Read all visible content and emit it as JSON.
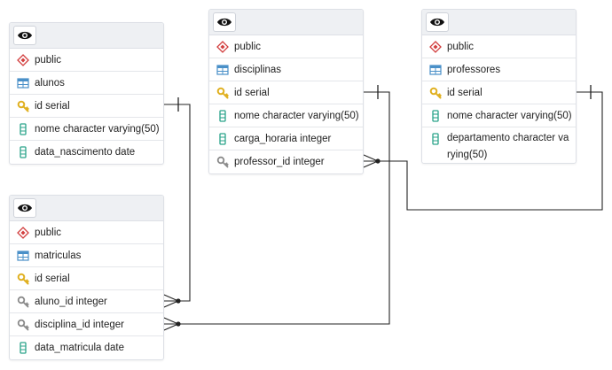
{
  "tables": [
    {
      "id": "alunos",
      "schema": "public",
      "name": "alunos",
      "columns": [
        {
          "text": "id serial",
          "icon": "primary-key-icon"
        },
        {
          "text": "nome character varying(50)",
          "icon": "column-icon"
        },
        {
          "text": "data_nascimento date",
          "icon": "column-icon"
        }
      ]
    },
    {
      "id": "disciplinas",
      "schema": "public",
      "name": "disciplinas",
      "columns": [
        {
          "text": "id serial",
          "icon": "primary-key-icon"
        },
        {
          "text": "nome character varying(50)",
          "icon": "column-icon"
        },
        {
          "text": "carga_horaria integer",
          "icon": "column-icon"
        },
        {
          "text": "professor_id integer",
          "icon": "foreign-key-icon"
        }
      ]
    },
    {
      "id": "professores",
      "schema": "public",
      "name": "professores",
      "columns": [
        {
          "text": "id serial",
          "icon": "primary-key-icon"
        },
        {
          "text": "nome character varying(50)",
          "icon": "column-icon"
        },
        {
          "text": "departamento character varying(50)",
          "icon": "column-icon"
        }
      ]
    },
    {
      "id": "matriculas",
      "schema": "public",
      "name": "matriculas",
      "columns": [
        {
          "text": "id serial",
          "icon": "primary-key-icon"
        },
        {
          "text": "aluno_id integer",
          "icon": "foreign-key-icon"
        },
        {
          "text": "disciplina_id integer",
          "icon": "foreign-key-icon"
        },
        {
          "text": "data_matricula date",
          "icon": "column-icon"
        }
      ]
    }
  ],
  "relations": [
    {
      "from": "matriculas.aluno_id",
      "to": "alunos.id",
      "type": "many-to-one"
    },
    {
      "from": "matriculas.disciplina_id",
      "to": "disciplinas.id",
      "type": "many-to-one"
    },
    {
      "from": "disciplinas.professor_id",
      "to": "professores.id",
      "type": "many-to-one"
    }
  ],
  "colors": {
    "header_bg": "#eef0f3",
    "border": "#dde0e6",
    "schema_icon": "#d23f3f",
    "table_icon": "#4a90c8",
    "key_icon": "#e0b020",
    "column_icon": "#2aa38a",
    "fk_icon": "#8a8a8a",
    "relation_line": "#222222"
  }
}
